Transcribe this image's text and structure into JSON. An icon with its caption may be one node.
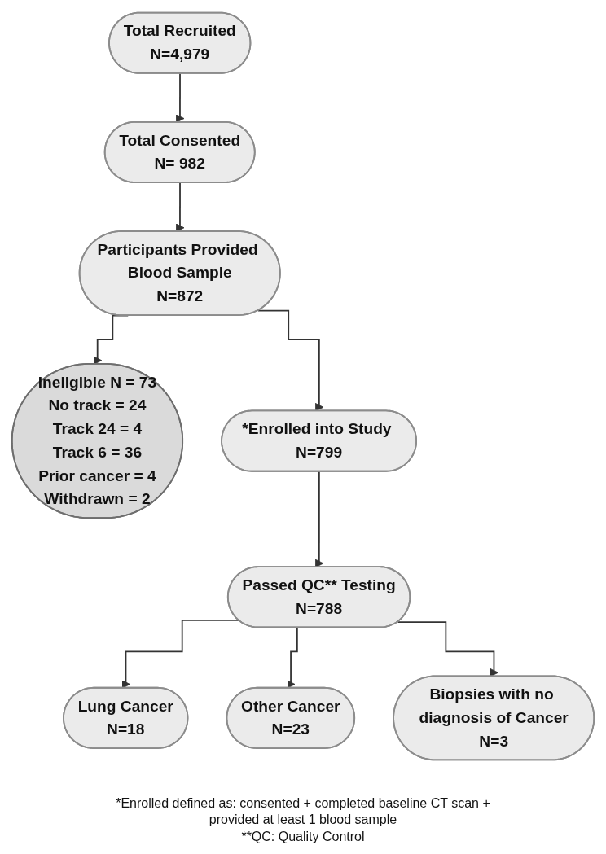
{
  "diagram": {
    "nodes": [
      {
        "text": [
          "Total Recruited",
          "N=4,979"
        ]
      },
      {
        "text": [
          "Total Consented",
          "N= 982"
        ]
      },
      {
        "text": [
          "Participants Provided Blood Sample",
          "N=872"
        ]
      },
      {
        "text": [
          "Ineligible N = 73",
          "No track = 24",
          "Track 24 = 4",
          "Track 6 = 36",
          "Prior cancer = 4",
          "Withdrawn = 2"
        ]
      },
      {
        "text": [
          "*Enrolled into Study N=799"
        ]
      },
      {
        "text": [
          "Passed QC** Testing",
          "N=788"
        ]
      },
      {
        "text": [
          "Lung Cancer",
          "N=18"
        ]
      },
      {
        "text": [
          "Other Cancer",
          "N=23"
        ]
      },
      {
        "text": [
          "Biopsies with no diagnosis of Cancer",
          "N=3"
        ]
      }
    ],
    "edges": [
      {
        "from": 0,
        "to": 1,
        "arrow": "to"
      },
      {
        "from": 1,
        "to": 2,
        "arrow": "to"
      },
      {
        "from": 2,
        "to": 3,
        "arrow": "to"
      },
      {
        "from": 2,
        "to": 4,
        "arrow": "to"
      },
      {
        "from": 4,
        "to": 5,
        "arrow": "to"
      },
      {
        "from": 5,
        "to": 6,
        "arrow": "to"
      },
      {
        "from": 5,
        "to": 7,
        "arrow": "to"
      },
      {
        "from": 5,
        "to": 8,
        "arrow": "to"
      }
    ],
    "labels": [
      "*Enrolled defined as: consented + completed baseline CT scan + provided at least 1 blood sample",
      "**QC: Quality Control"
    ]
  }
}
